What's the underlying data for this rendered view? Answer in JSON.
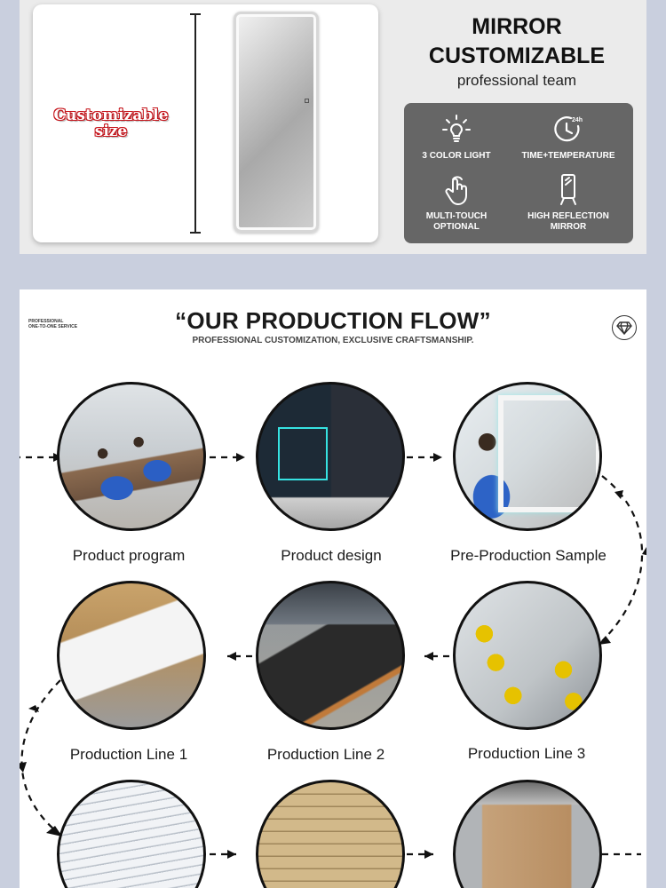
{
  "banner": {
    "size_label": "Customizable size",
    "title": "MIRROR CUSTOMIZABLE",
    "subtitle": "professional team",
    "features": [
      {
        "icon": "bulb-icon",
        "label": "3 COLOR LIGHT"
      },
      {
        "icon": "clock-24h-icon",
        "label": "TIME+TEMPERATURE",
        "icon_text": "24h"
      },
      {
        "icon": "touch-hand-icon",
        "label": "MULTI-TOUCH OPTIONAL"
      },
      {
        "icon": "standing-mirror-icon",
        "label": "HIGH REFLECTION MIRROR"
      }
    ]
  },
  "flow": {
    "tag_line1": "PROFESSIONAL",
    "tag_line2": "ONE-TO-ONE SERVICE",
    "title": "“OUR PRODUCTION FLOW”",
    "subtitle": "PROFESSIONAL CUSTOMIZATION, EXCLUSIVE CRAFTSMANSHIP.",
    "badge_icon": "diamond-icon",
    "steps": [
      {
        "label": "Product program"
      },
      {
        "label": "Product design"
      },
      {
        "label": "Pre-Production Sample"
      },
      {
        "label": "Production Line 1"
      },
      {
        "label": "Production Line 2"
      },
      {
        "label": "Production Line 3"
      }
    ]
  },
  "colors": {
    "page_bg": "#c9cfde",
    "feature_panel": "#666666",
    "accent_red": "#c5141b"
  }
}
